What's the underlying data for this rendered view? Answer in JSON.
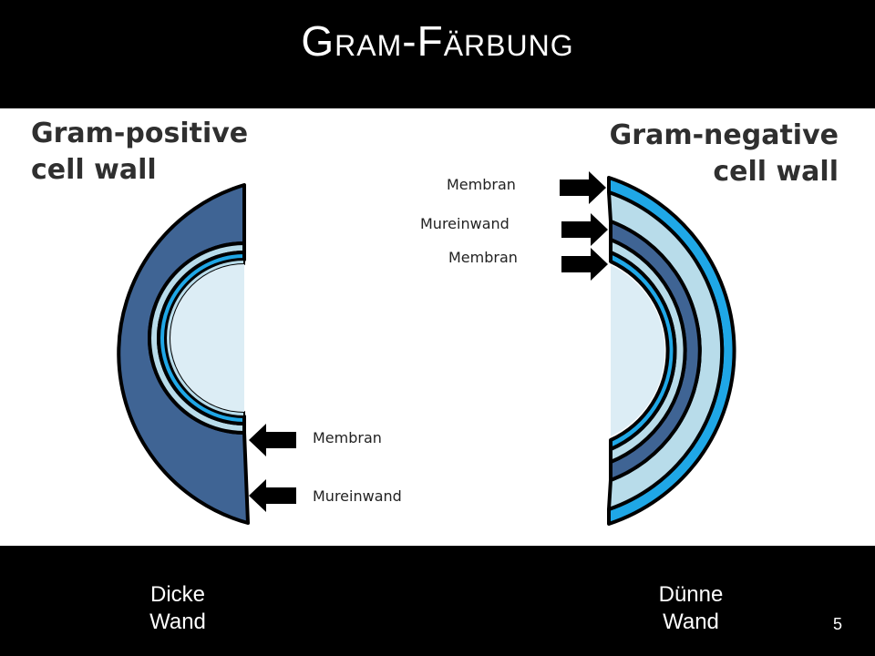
{
  "slide": {
    "title": "Gram-Färbung",
    "page_number": "5"
  },
  "diagram": {
    "positive": {
      "heading_line1": "Gram-positive",
      "heading_line2": "cell wall",
      "labels": {
        "membrane": "Membran",
        "murein": "Mureinwand"
      },
      "caption_line1": "Dicke",
      "caption_line2": "Wand"
    },
    "negative": {
      "heading_line1": "Gram-negative",
      "heading_line2": "cell wall",
      "labels": {
        "outer_membrane": "Membran",
        "murein": "Mureinwand",
        "inner_membrane": "Membran"
      },
      "caption_line1": "Dünne",
      "caption_line2": "Wand"
    }
  },
  "colors": {
    "thick_wall": "#3f6494",
    "light_layer": "#b8dcea",
    "bright_membrane": "#1fa7e6",
    "cytoplasm": "#dcedf5",
    "outline": "#000000"
  }
}
